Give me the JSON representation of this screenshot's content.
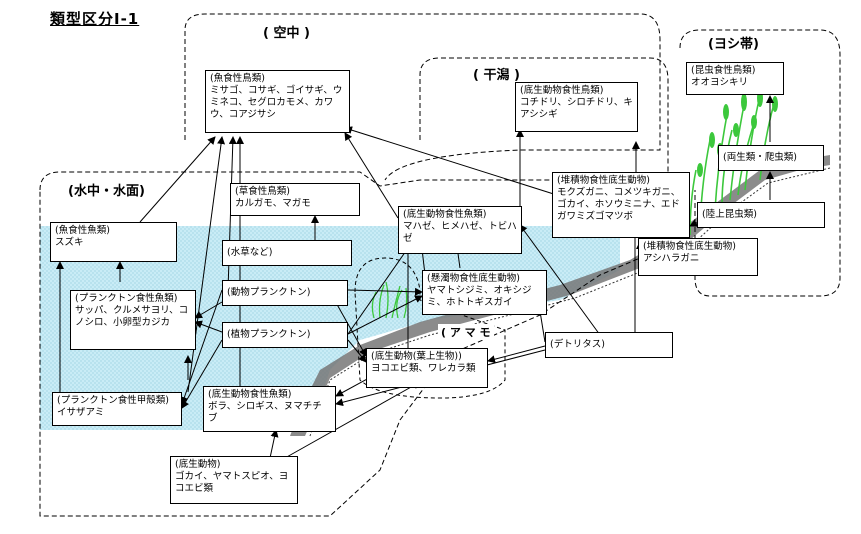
{
  "title": "類型区分Ⅰ-1",
  "zones": {
    "air": "( 空中 )",
    "tidal_flat": "( 干潟 )",
    "reed": "(ヨシ帯)",
    "underwater": "(水中・水面)",
    "eelgrass": "( ア マ モ"
  },
  "boxes": {
    "fish_birds": {
      "heading": "(魚食性鳥類)",
      "body": "ミサゴ、コサギ、ゴイサギ、ウミネコ、セグロカモメ、カワウ、コアジサシ"
    },
    "benthos_birds": {
      "heading": "(底生動物食性鳥類)",
      "body": "コチドリ、シロチドリ、キアシシギ"
    },
    "insect_birds": {
      "heading": "(昆虫食性鳥類)",
      "body": "オオヨシキリ"
    },
    "amphibians": {
      "heading": "(両生類・爬虫類)",
      "body": ""
    },
    "land_insects": {
      "heading": "(陸上昆虫類)",
      "body": ""
    },
    "deposit_feeders": {
      "heading": "(堆積物食性底生動物)",
      "body": "モクズガニ、コメツキガニ、ゴカイ、ホソウミニナ、エドガワミズゴマツボ"
    },
    "herbivore_birds": {
      "heading": "(草食性鳥類)",
      "body": "カルガモ、マガモ"
    },
    "benthos_fish": {
      "heading": "(底生動物食性魚類)",
      "body": "マハゼ、ヒメハゼ、トビハゼ"
    },
    "fish_eating_fish": {
      "heading": "(魚食性魚類)",
      "body": "スズキ"
    },
    "aquatic_plants": {
      "heading": "(水草など)",
      "body": ""
    },
    "deposit_feeders_2": {
      "heading": "(堆積物食性底生動物)",
      "body": "アシハラガニ"
    },
    "zooplankton": {
      "heading": "(動物プランクトン)",
      "body": ""
    },
    "suspension_feeders": {
      "heading": "(懸濁物食性底生動物)",
      "body": "ヤマトシジミ、オキシジミ、ホトトギスガイ"
    },
    "plankton_fish": {
      "heading": "(プランクトン食性魚類)",
      "body": "サッパ、クルメサヨリ、コノシロ、小卵型カジカ"
    },
    "phytoplankton": {
      "heading": "(植物プランクトン)",
      "body": ""
    },
    "detritus": {
      "heading": "(デトリタス)",
      "body": ""
    },
    "epiphytic": {
      "heading": "(底生動物(葉上生物))",
      "body": "ヨコエビ類、ワレカラ類"
    },
    "plankton_crustaceans": {
      "heading": "(プランクトン食性甲殻類)",
      "body": "イサザアミ"
    },
    "benthos_fish_2": {
      "heading": "(底生動物食性魚類)",
      "body": "ボラ、シロギス、ヌマチチブ"
    },
    "benthos": {
      "heading": "(底生動物)",
      "body": "ゴカイ、ヤマトスピオ、ヨコエビ類"
    }
  },
  "colors": {
    "water": "#c9ecf6",
    "reed": "#3cc83c",
    "line": "#000000"
  }
}
